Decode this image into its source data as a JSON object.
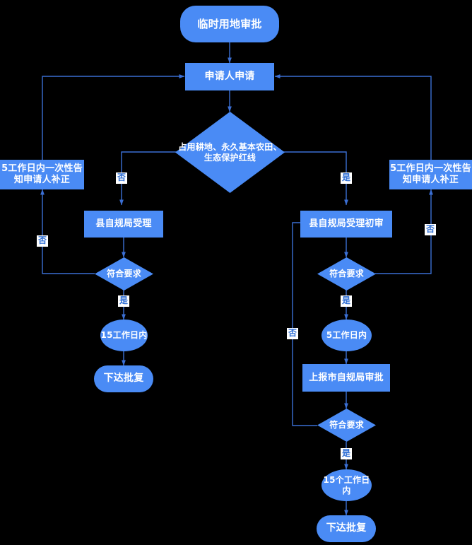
{
  "diagram": {
    "title": "临时用地审批",
    "theme": {
      "background": "#000000",
      "node_fill": "#4a8bf5",
      "node_text": "#ffffff",
      "edge_line": "#3b6fd4",
      "edge_label_bg": "#ffffff",
      "edge_label_text": "#2b6cd4"
    },
    "nodes": {
      "start": {
        "label": "临时用地审批",
        "shape": "stadium"
      },
      "apply": {
        "label": "申请人申请",
        "shape": "rect"
      },
      "decision_land": {
        "label": "占用耕地、永久基本农田、生态保护红线",
        "shape": "diamond"
      },
      "left_notify": {
        "label": "5工作日内一次性告知申请人补正",
        "shape": "rect"
      },
      "right_notify": {
        "label": "5工作日内一次性告知申请人补正",
        "shape": "rect"
      },
      "county_accept": {
        "label": "县自规局受理",
        "shape": "rect"
      },
      "county_accept_review": {
        "label": "县自规局受理初审",
        "shape": "rect"
      },
      "left_conform": {
        "label": "符合要求",
        "shape": "diamond"
      },
      "right_conform": {
        "label": "符合要求",
        "shape": "diamond"
      },
      "left_days15": {
        "label": "15工作日内",
        "shape": "ellipse"
      },
      "right_days5": {
        "label": "5工作日内",
        "shape": "ellipse"
      },
      "city_report": {
        "label": "上报市自规局审批",
        "shape": "rect"
      },
      "city_conform": {
        "label": "符合要求",
        "shape": "diamond"
      },
      "city_days15": {
        "label": "15个工作日内",
        "shape": "ellipse"
      },
      "left_reply": {
        "label": "下达批复",
        "shape": "stadium"
      },
      "right_reply": {
        "label": "下达批复",
        "shape": "stadium"
      }
    },
    "edge_labels": {
      "no_left_branch": "否",
      "yes_right_branch": "是",
      "no_left_loop": "否",
      "yes_left_conform": "是",
      "no_right_loop": "否",
      "yes_right_conform": "是",
      "no_city_loop": "否",
      "yes_city_conform": "是"
    }
  }
}
